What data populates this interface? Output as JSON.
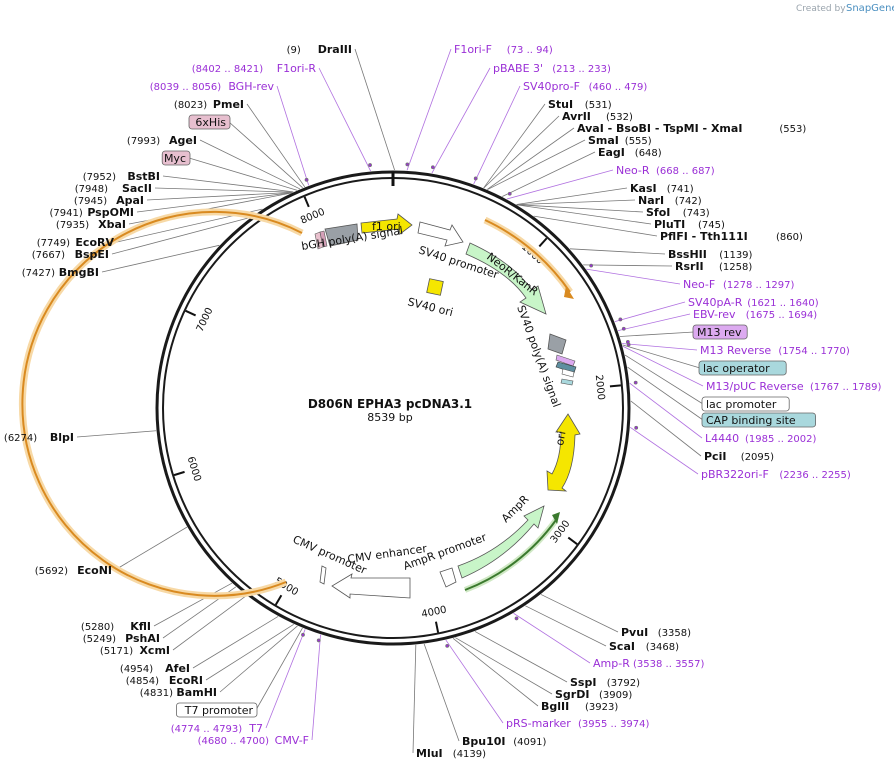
{
  "credit": {
    "prefix": "Created by",
    "brand": "SnapGene"
  },
  "plasmid": {
    "name": "D806N EPHA3 pcDNA3.1",
    "size_label": "8539 bp"
  },
  "ticks": [
    "1000",
    "2000",
    "3000",
    "4000",
    "5000",
    "6000",
    "7000",
    "8000"
  ],
  "features": {
    "f1_ori": "f1 ori",
    "sv40_promoter": "SV40 promoter",
    "neo_kanr": "NeoR/KanR",
    "sv40_polya": "SV40 poly(A) signal",
    "sv40_ori": "SV40 ori",
    "bgh_polya": "bGH poly(A) signal",
    "ori": "ori",
    "ampr": "AmpR",
    "ampr_promoter": "AmpR promoter",
    "cmv_enhancer": "CMV enhancer",
    "cmv_promoter": "CMV promoter"
  },
  "right_labels": [
    {
      "name": "F1ori-F",
      "pos": "(73 .. 94)",
      "kind": "primer"
    },
    {
      "name": "pBABE 3'",
      "pos": "(213 .. 233)",
      "kind": "primer"
    },
    {
      "name": "SV40pro-F",
      "pos": "(460 .. 479)",
      "kind": "primer"
    },
    {
      "name": "StuI",
      "pos": "(531)",
      "kind": "enzyme"
    },
    {
      "name": "AvrII",
      "pos": "(532)",
      "kind": "enzyme"
    },
    {
      "name": "AvaI - BsoBI - TspMI - XmaI",
      "pos": "(553)",
      "kind": "enzyme"
    },
    {
      "name": "SmaI",
      "pos": "(555)",
      "kind": "enzyme"
    },
    {
      "name": "EagI",
      "pos": "(648)",
      "kind": "enzyme"
    },
    {
      "name": "Neo-R",
      "pos": "(668 .. 687)",
      "kind": "primer"
    },
    {
      "name": "KasI",
      "pos": "(741)",
      "kind": "enzyme"
    },
    {
      "name": "NarI",
      "pos": "(742)",
      "kind": "enzyme"
    },
    {
      "name": "SfoI",
      "pos": "(743)",
      "kind": "enzyme"
    },
    {
      "name": "PluTI",
      "pos": "(745)",
      "kind": "enzyme"
    },
    {
      "name": "PflFI - Tth111I",
      "pos": "(860)",
      "kind": "enzyme"
    },
    {
      "name": "BssHII",
      "pos": "(1139)",
      "kind": "enzyme"
    },
    {
      "name": "RsrII",
      "pos": "(1258)",
      "kind": "enzyme"
    },
    {
      "name": "Neo-F",
      "pos": "(1278 .. 1297)",
      "kind": "primer"
    },
    {
      "name": "SV40pA-R",
      "pos": "(1621 .. 1640)",
      "kind": "primer"
    },
    {
      "name": "EBV-rev",
      "pos": "(1675 .. 1694)",
      "kind": "primer"
    },
    {
      "name": "M13 rev",
      "pos": "",
      "kind": "tag-purple"
    },
    {
      "name": "M13 Reverse",
      "pos": "(1754 .. 1770)",
      "kind": "primer"
    },
    {
      "name": "lac operator",
      "pos": "",
      "kind": "tag-teal"
    },
    {
      "name": "M13/pUC Reverse",
      "pos": "(1767 .. 1789)",
      "kind": "primer"
    },
    {
      "name": "lac promoter",
      "pos": "",
      "kind": "tag-white"
    },
    {
      "name": "CAP binding site",
      "pos": "",
      "kind": "tag-teal"
    },
    {
      "name": "L4440",
      "pos": "(1985 .. 2002)",
      "kind": "primer"
    },
    {
      "name": "PciI",
      "pos": "(2095)",
      "kind": "enzyme"
    },
    {
      "name": "pBR322ori-F",
      "pos": "(2236 .. 2255)",
      "kind": "primer"
    },
    {
      "name": "PvuI",
      "pos": "(3358)",
      "kind": "enzyme"
    },
    {
      "name": "ScaI",
      "pos": "(3468)",
      "kind": "enzyme"
    },
    {
      "name": "Amp-R",
      "pos": "(3538 .. 3557)",
      "kind": "primer"
    },
    {
      "name": "SspI",
      "pos": "(3792)",
      "kind": "enzyme"
    },
    {
      "name": "SgrDI",
      "pos": "(3909)",
      "kind": "enzyme"
    },
    {
      "name": "BglII",
      "pos": "(3923)",
      "kind": "enzyme"
    },
    {
      "name": "pRS-marker",
      "pos": "(3955 .. 3974)",
      "kind": "primer"
    },
    {
      "name": "Bpu10I",
      "pos": "(4091)",
      "kind": "enzyme"
    },
    {
      "name": "MluI",
      "pos": "(4139)",
      "kind": "enzyme"
    }
  ],
  "left_labels": [
    {
      "name": "DraIII",
      "pos": "(9)",
      "kind": "enzyme"
    },
    {
      "name": "F1ori-R",
      "pos": "(8402 .. 8421)",
      "kind": "primer"
    },
    {
      "name": "BGH-rev",
      "pos": "(8039 .. 8056)",
      "kind": "primer"
    },
    {
      "name": "PmeI",
      "pos": "(8023)",
      "kind": "enzyme"
    },
    {
      "name": "6xHis",
      "pos": "",
      "kind": "tag-pink"
    },
    {
      "name": "AgeI",
      "pos": "(7993)",
      "kind": "enzyme"
    },
    {
      "name": "Myc",
      "pos": "",
      "kind": "tag-pink"
    },
    {
      "name": "BstBI",
      "pos": "(7952)",
      "kind": "enzyme"
    },
    {
      "name": "SacII",
      "pos": "(7948)",
      "kind": "enzyme"
    },
    {
      "name": "ApaI",
      "pos": "(7945)",
      "kind": "enzyme"
    },
    {
      "name": "PspOMI",
      "pos": "(7941)",
      "kind": "enzyme"
    },
    {
      "name": "XbaI",
      "pos": "(7935)",
      "kind": "enzyme"
    },
    {
      "name": "EcoRV",
      "pos": "(7749)",
      "kind": "enzyme"
    },
    {
      "name": "BspEI",
      "pos": "(7667)",
      "kind": "enzyme"
    },
    {
      "name": "BmgBI",
      "pos": "(7427)",
      "kind": "enzyme"
    },
    {
      "name": "BlpI",
      "pos": "(6274)",
      "kind": "enzyme"
    },
    {
      "name": "EcoNI",
      "pos": "(5692)",
      "kind": "enzyme"
    },
    {
      "name": "KflI",
      "pos": "(5280)",
      "kind": "enzyme"
    },
    {
      "name": "PshAI",
      "pos": "(5249)",
      "kind": "enzyme"
    },
    {
      "name": "XcmI",
      "pos": "(5171)",
      "kind": "enzyme"
    },
    {
      "name": "AfeI",
      "pos": "(4954)",
      "kind": "enzyme"
    },
    {
      "name": "EcoRI",
      "pos": "(4854)",
      "kind": "enzyme"
    },
    {
      "name": "BamHI",
      "pos": "(4831)",
      "kind": "enzyme"
    },
    {
      "name": "T7 promoter",
      "pos": "",
      "kind": "tag-white"
    },
    {
      "name": "T7",
      "pos": "(4774 .. 4793)",
      "kind": "primer"
    },
    {
      "name": "CMV-F",
      "pos": "(4680 .. 4700)",
      "kind": "primer"
    }
  ],
  "colors": {
    "ring": "#1a1a1a",
    "primer": "#9a2fd6",
    "orf_orange": "#e89a2c",
    "yellow": "#f5e600",
    "green_feature": "#c8f5c8",
    "grey_feature": "#9aa0a6",
    "tag_pink": "#e7bfcf",
    "tag_teal": "#a9d8dd",
    "tag_purple": "#dcaaf0",
    "green_line": "#4a9a3c"
  }
}
